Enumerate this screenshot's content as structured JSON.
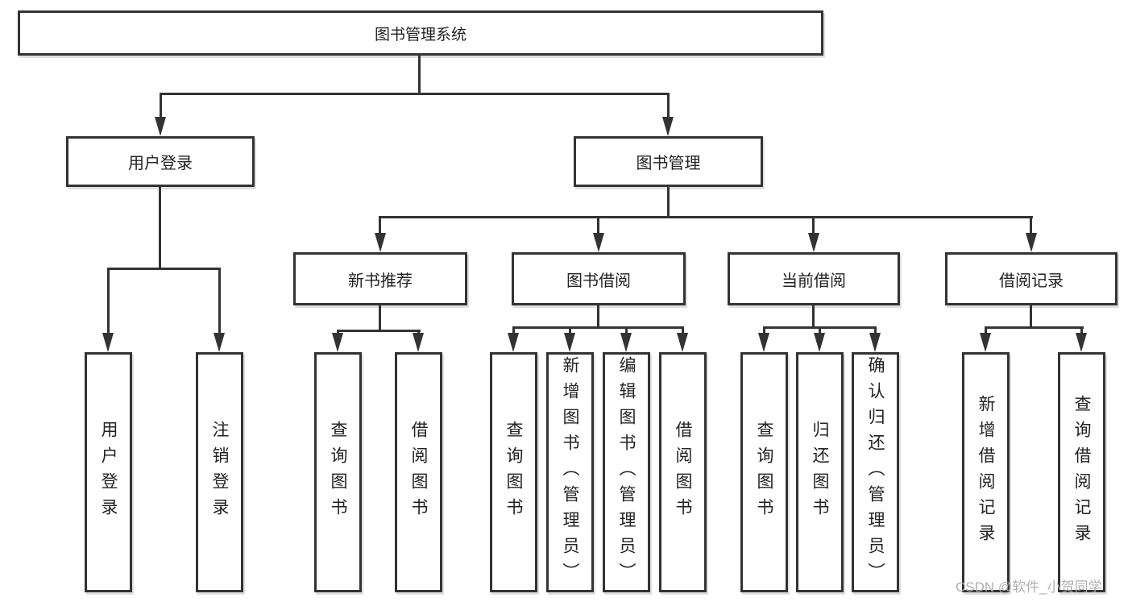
{
  "diagram_title": "图书管理系统",
  "nodes": {
    "root": "图书管理系统",
    "user_login": "用户登录",
    "book_management": "图书管理",
    "new_book_recommend": "新书推荐",
    "book_borrow": "图书借阅",
    "current_borrow": "当前借阅",
    "borrow_records": "借阅记录"
  },
  "leaves": {
    "login": [
      "用户登录",
      "注销登录"
    ],
    "recommend": [
      "查询图书",
      "借阅图书"
    ],
    "borrow": [
      "查询图书",
      "新增图书（管理员）",
      "编辑图书（管理员）",
      "借阅图书"
    ],
    "current": [
      "查询图书",
      "归还图书",
      "确认归还（管理员）"
    ],
    "records": [
      "新增借阅记录",
      "查询借阅记录"
    ]
  },
  "watermark": "CSDN @软件_小贺同学",
  "colors": {
    "line": "#333333",
    "text": "#222222",
    "background": "#ffffff",
    "watermark": "#b0b0b0"
  }
}
